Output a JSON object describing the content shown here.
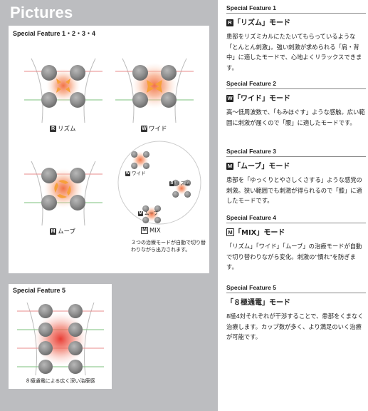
{
  "pictures": {
    "title": "Pictures",
    "main_panel_title": "Special Feature 1・2・3・4",
    "figures": [
      {
        "icon": "R",
        "label": "リズム"
      },
      {
        "icon": "W",
        "label": "ワイド"
      },
      {
        "icon": "M",
        "label": "ムーブ"
      },
      {
        "icon": "M",
        "label": "MIX",
        "sub_labels": [
          "ワイド",
          "リズム",
          "ムーブ"
        ],
        "description": "３つの治療モードが自動で切り替わりながら出力されます。"
      }
    ],
    "sf5_panel_title": "Special Feature 5",
    "sf5_caption": "８極通電による広く深い治療感"
  },
  "features": [
    {
      "label": "Special Feature 1",
      "icon": "R",
      "title": "「リズム」モード",
      "body": "患部をリズミカルにたたいてもらっているような「とんとん刺激」。強い刺激が求められる「肩・背中」に適したモードで、心地よくリラックスできます。"
    },
    {
      "label": "Special Feature 2",
      "icon": "W",
      "title": "「ワイド」モード",
      "body": "高～低周波数で、「もみほぐす」ような感触。広い範囲に刺激が届くので「腰」に適したモードです。"
    },
    {
      "label": "Special Feature 3",
      "icon": "M",
      "title": "「ムーブ」モード",
      "body": "患部を「ゆっくりとやさしくさする」ような感覚の刺激。狭い範囲でも刺激が得られるので「膝」に適したモードです。"
    },
    {
      "label": "Special Feature 4",
      "icon": "M",
      "title": "「MIX」モード",
      "body": "「リズム」「ワイド」「ムーブ」の治療モードが自動で切り替わりながら変化。刺激の\"慣れ\"を防ぎます。"
    },
    {
      "label": "Special Feature 5",
      "icon": "",
      "title": "「８極通電」モード",
      "body": "8極4対それぞれが干渉することで、患部をくまなく治療します。カップ数が多く、より満足のいく治療が可能です。"
    }
  ]
}
